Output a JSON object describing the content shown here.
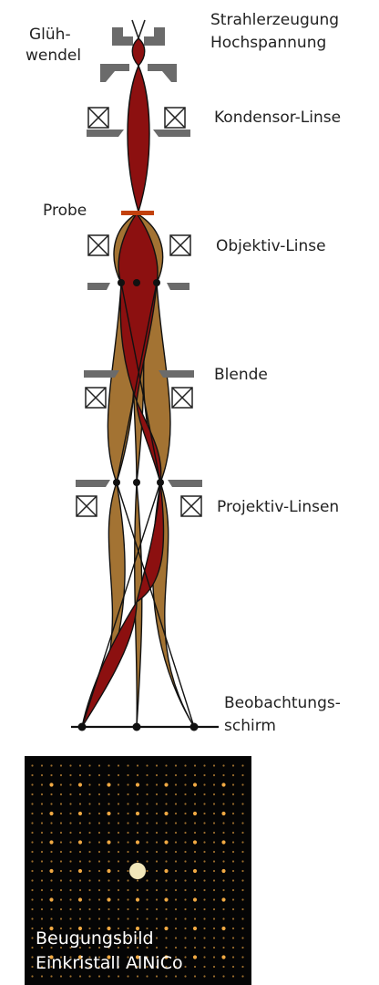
{
  "labels": {
    "filament_line1": "Glüh-",
    "filament_line2": "wendel",
    "source_line1": "Strahlerzeugung",
    "source_line2": "Hochspannung",
    "condenser": "Kondensor-Linse",
    "sample": "Probe",
    "objective": "Objektiv-Linse",
    "aperture": "Blende",
    "projective": "Projektiv-Linsen",
    "screen_line1": "Beobachtungs-",
    "screen_line2": "schirm"
  },
  "pattern": {
    "caption_line1": "Beugungsbild",
    "caption_line2": "Einkristall AlNiCo"
  },
  "colors": {
    "beam_red": "#8c1010",
    "beam_brown": "#a37333",
    "sample_orange": "#c2410c",
    "pole_gray": "#6b6b6b",
    "text": "#222222",
    "background": "#ffffff",
    "pattern_background": "#050505",
    "pattern_spot": "#ffb347"
  }
}
